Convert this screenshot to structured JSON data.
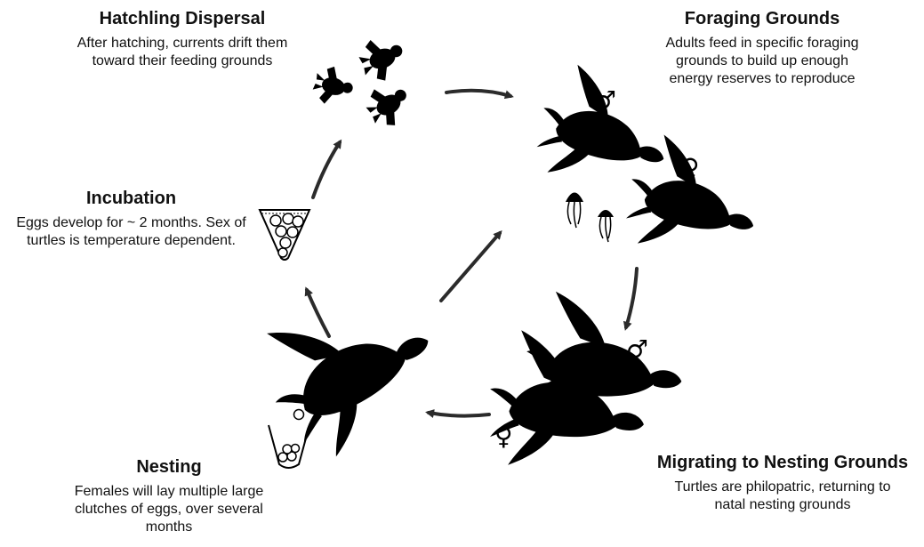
{
  "stages": [
    {
      "id": "hatchling-dispersal",
      "title": "Hatchling Dispersal",
      "description": "After hatching, currents drift them toward their feeding grounds"
    },
    {
      "id": "foraging-grounds",
      "title": "Foraging Grounds",
      "description": "Adults feed in specific foraging grounds to build up enough energy reserves to reproduce"
    },
    {
      "id": "migrating",
      "title": "Migrating to Nesting Grounds",
      "description": "Turtles are philopatric, returning to natal nesting grounds"
    },
    {
      "id": "nesting",
      "title": "Nesting",
      "description": "Females will lay multiple large clutches of eggs, over several months"
    },
    {
      "id": "incubation",
      "title": "Incubation",
      "description": "Eggs develop for ~ 2 months. Sex of turtles is temperature dependent."
    }
  ],
  "symbols": {
    "male": "♂",
    "female": "♀"
  },
  "icons": [
    "hatchling-turtle-icon",
    "adult-turtle-icon",
    "jellyfish-icon",
    "egg-nest-icon",
    "cycle-arrow-icon"
  ],
  "colors": {
    "silhouette": "#000000",
    "arrow": "#2b2b2b",
    "text": "#111111"
  }
}
